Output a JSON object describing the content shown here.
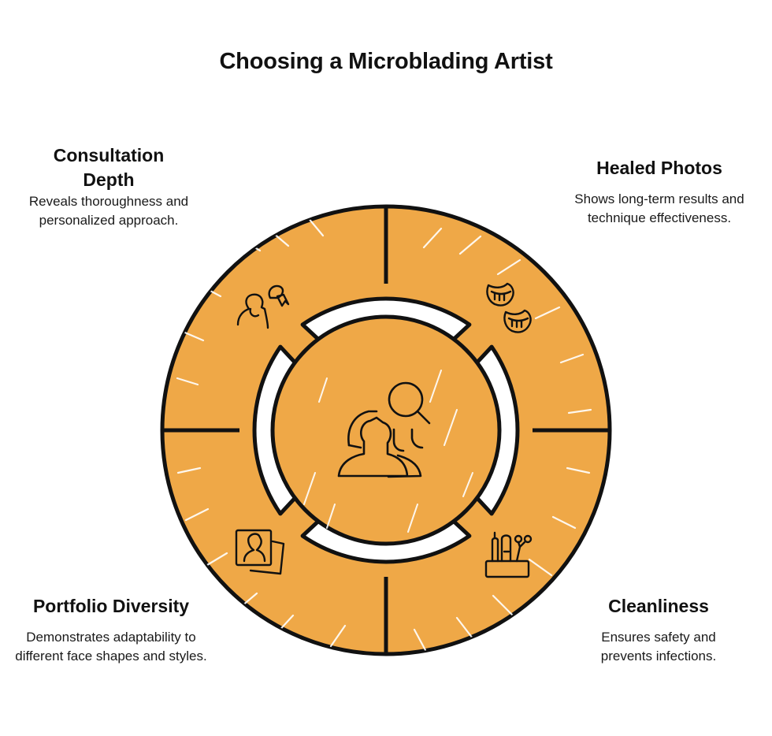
{
  "title": "Choosing a Microblading Artist",
  "center": {
    "icon": "people-search-icon"
  },
  "colors": {
    "fill": "#EFA847",
    "stroke": "#111111",
    "background": "#FFFFFF"
  },
  "segments": [
    {
      "position": "top-left",
      "heading": "Consultation Depth",
      "heading_lines": [
        "Consultation",
        "Depth"
      ],
      "description": "Reveals thoroughness and personalized approach.",
      "icon": "consultation-icon"
    },
    {
      "position": "top-right",
      "heading": "Healed Photos",
      "description": "Shows long-term results and technique effectiveness.",
      "icon": "healed-brows-icon"
    },
    {
      "position": "bottom-left",
      "heading": "Portfolio Diversity",
      "description": "Demonstrates adaptability to different face shapes and styles.",
      "icon": "portfolio-photos-icon"
    },
    {
      "position": "bottom-right",
      "heading": "Cleanliness",
      "description": "Ensures safety and prevents infections.",
      "icon": "sterile-tools-icon"
    }
  ]
}
